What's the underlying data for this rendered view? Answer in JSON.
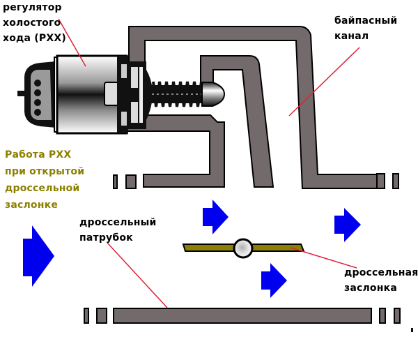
{
  "labels": {
    "rxx": [
      "регулятор",
      "холостого",
      "хода (РХХ)"
    ],
    "bypass": [
      "байпасный",
      "канал"
    ],
    "mode": [
      "Работа РХХ",
      "при открытой",
      "дроссельной",
      "заслонке"
    ],
    "throttle_body": [
      "дроссельный",
      "патрубок"
    ],
    "throttle_valve": [
      "дроссельная",
      "заслонка"
    ]
  },
  "colors": {
    "channel": "#736b6b",
    "outline": "#000000",
    "arrow": "#0000ee",
    "leader": "#e0203a",
    "valve": "#8c8000",
    "mode_text": "#8c8000"
  },
  "state": {
    "throttle": "open",
    "rxx": "open"
  }
}
